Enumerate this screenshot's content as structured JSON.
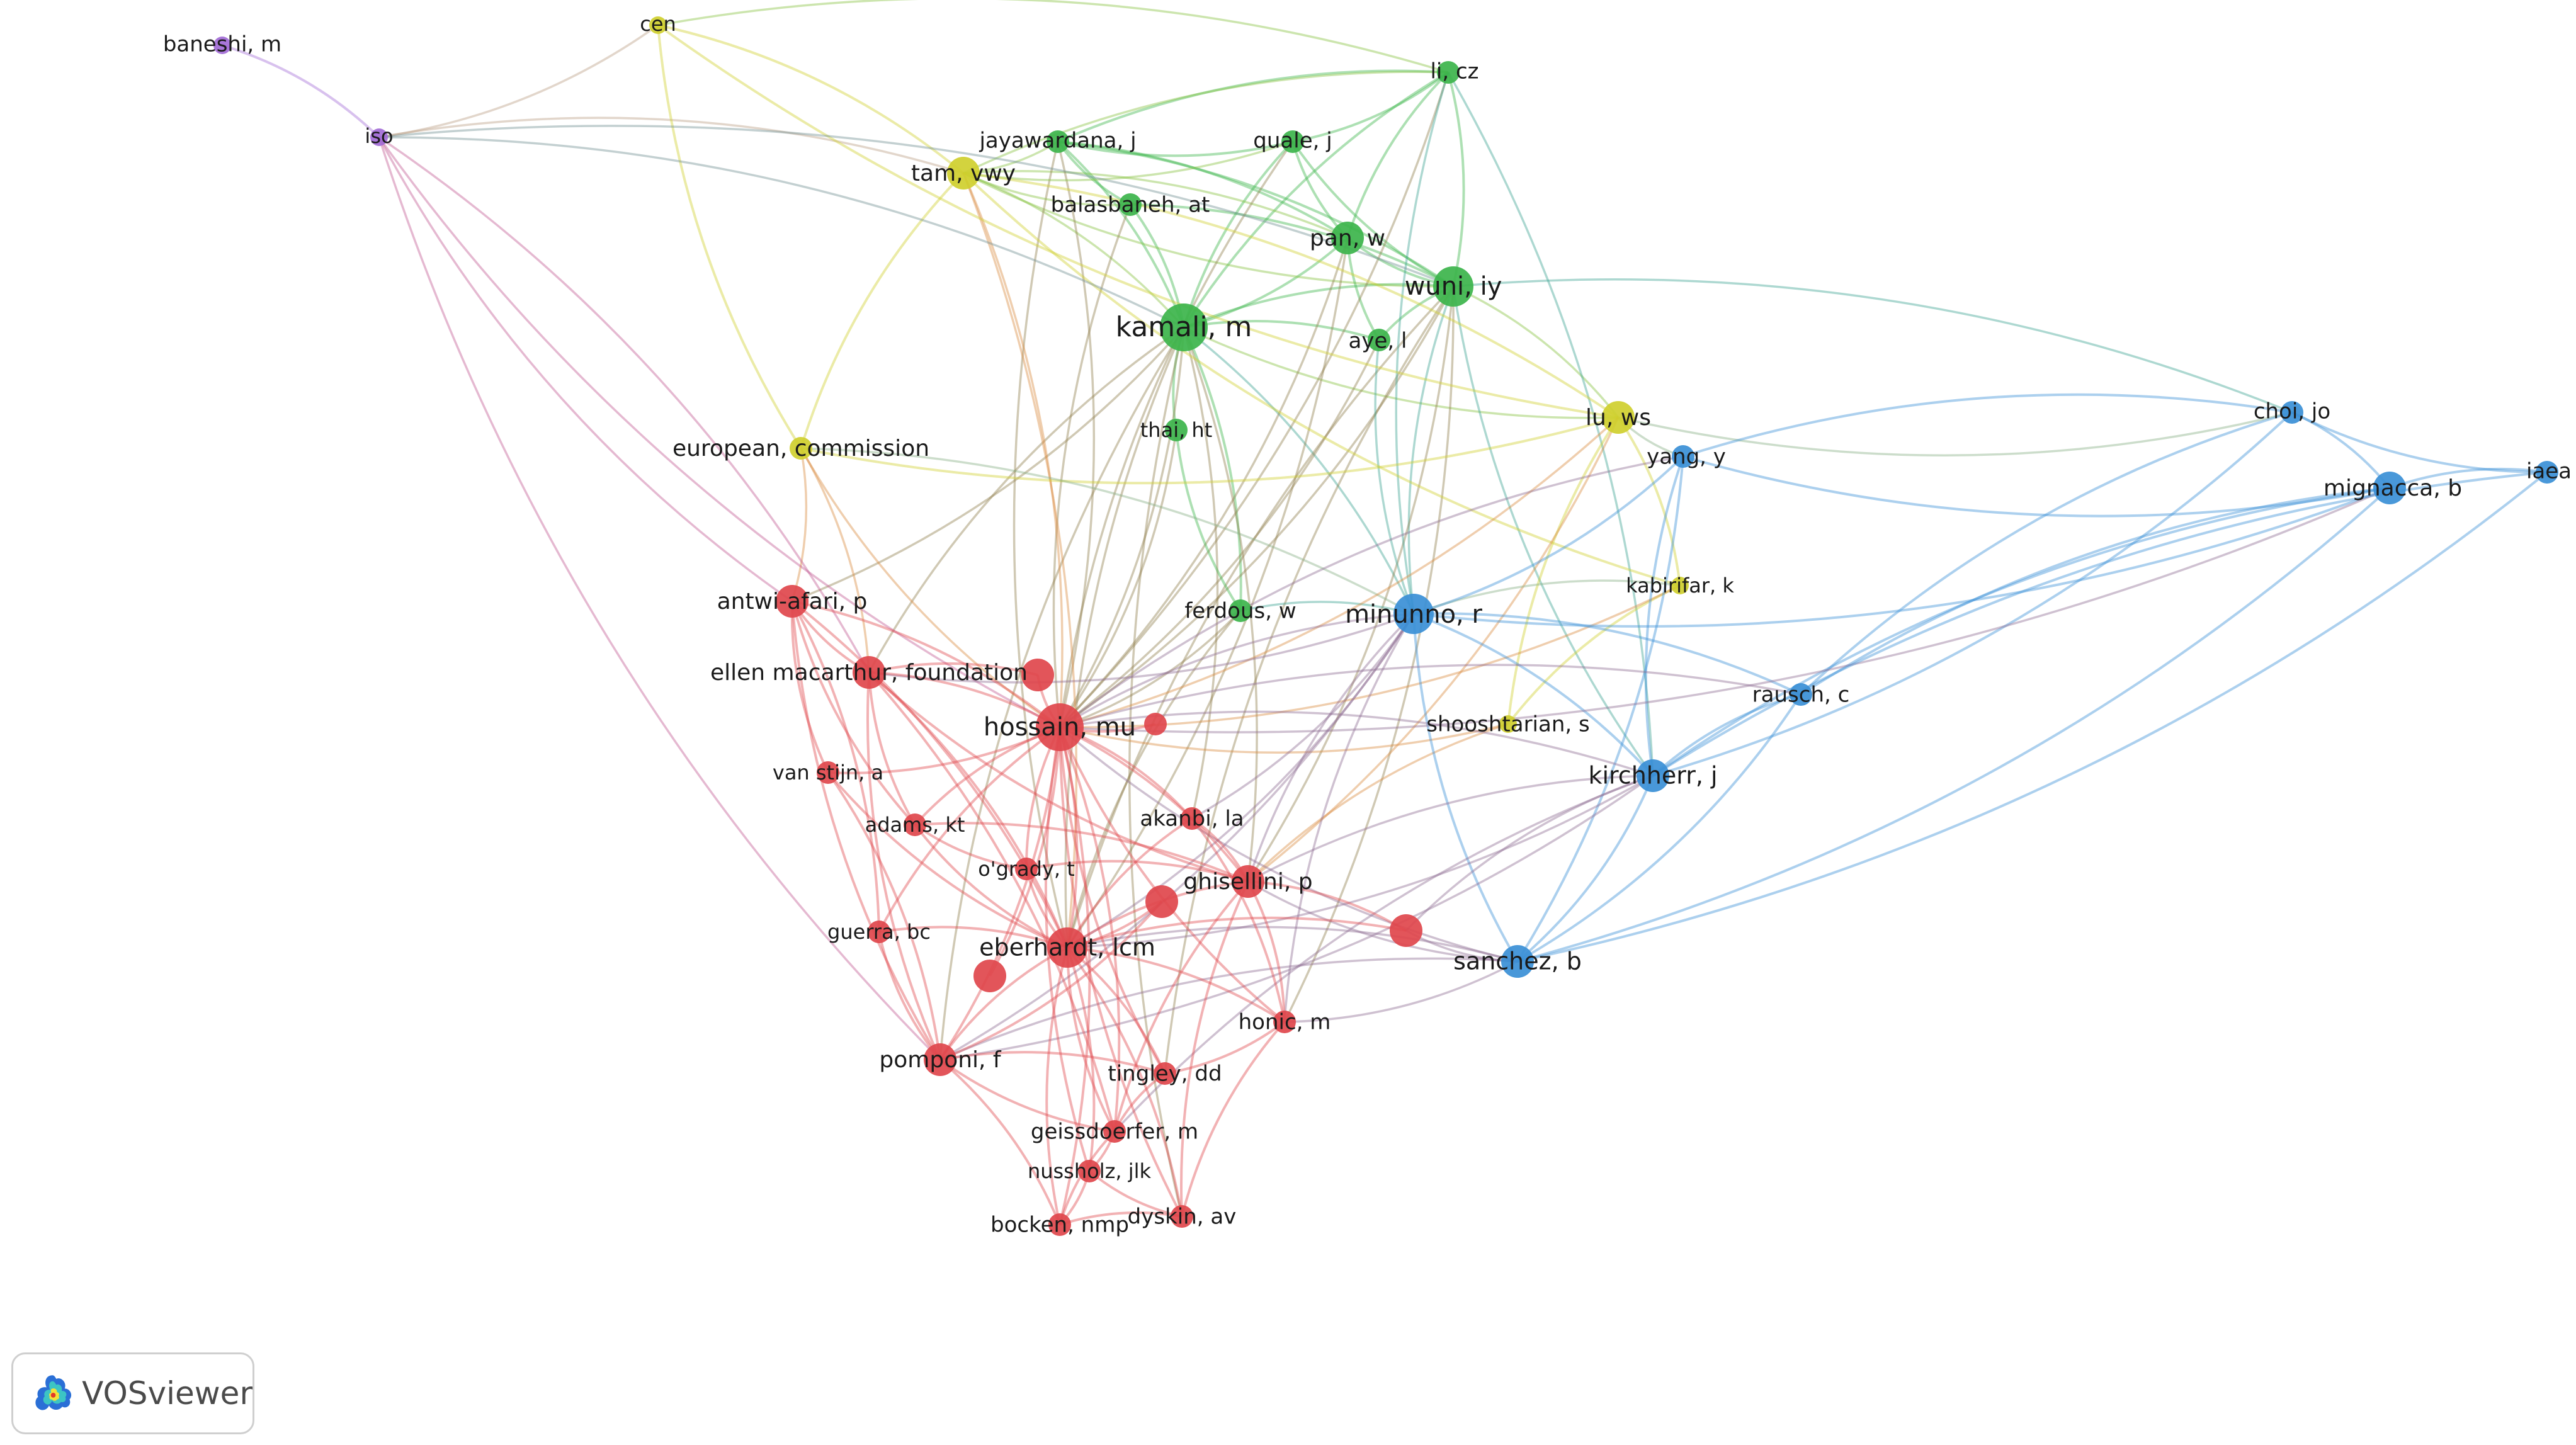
{
  "branding": {
    "logo_text": "VOSviewer"
  },
  "cluster_colors": {
    "red": "#e0474c",
    "green": "#3cb44b",
    "blue": "#3a8fd6",
    "yellow": "#cfcf2e",
    "purple": "#a26bd6"
  },
  "nodes": [
    {
      "id": "kamali",
      "label": "kamali, m",
      "cluster": "green",
      "weight": 5,
      "big": true
    },
    {
      "id": "wuni",
      "label": "wuni, iy",
      "cluster": "green",
      "weight": 4,
      "big": true
    },
    {
      "id": "pan",
      "label": "pan, w",
      "cluster": "green",
      "weight": 3
    },
    {
      "id": "licz",
      "label": "li, cz",
      "cluster": "green",
      "weight": 2
    },
    {
      "id": "jayawardana",
      "label": "jayawardana, j",
      "cluster": "green",
      "weight": 2
    },
    {
      "id": "quale",
      "label": "quale, j",
      "cluster": "green",
      "weight": 2
    },
    {
      "id": "balasbaneh",
      "label": "balasbaneh, at",
      "cluster": "green",
      "weight": 2
    },
    {
      "id": "aye",
      "label": "aye, l",
      "cluster": "green",
      "weight": 2
    },
    {
      "id": "thai",
      "label": "thai, ht",
      "cluster": "green",
      "weight": 2
    },
    {
      "id": "ferdous",
      "label": "ferdous, w",
      "cluster": "green",
      "weight": 2
    },
    {
      "id": "tam",
      "label": "tam, vwy",
      "cluster": "yellow",
      "weight": 3
    },
    {
      "id": "cen",
      "label": "cen",
      "cluster": "yellow",
      "weight": 1
    },
    {
      "id": "european",
      "label": "european, commission",
      "cluster": "yellow",
      "weight": 2
    },
    {
      "id": "luws",
      "label": "lu, ws",
      "cluster": "yellow",
      "weight": 3
    },
    {
      "id": "kabirifar",
      "label": "kabirifar, k",
      "cluster": "yellow",
      "weight": 1
    },
    {
      "id": "shooshtarian",
      "label": "shooshtarian, s",
      "cluster": "yellow",
      "weight": 1
    },
    {
      "id": "baneshi",
      "label": "baneshi, m",
      "cluster": "purple",
      "weight": 1
    },
    {
      "id": "iso",
      "label": "iso",
      "cluster": "purple",
      "weight": 1
    },
    {
      "id": "minunno",
      "label": "minunno, r",
      "cluster": "blue",
      "weight": 4,
      "big": true
    },
    {
      "id": "yang",
      "label": "yang, y",
      "cluster": "blue",
      "weight": 2
    },
    {
      "id": "choi",
      "label": "choi, jo",
      "cluster": "blue",
      "weight": 2
    },
    {
      "id": "mignacca",
      "label": "mignacca, b",
      "cluster": "blue",
      "weight": 3
    },
    {
      "id": "iaea",
      "label": "iaea",
      "cluster": "blue",
      "weight": 2
    },
    {
      "id": "rausch",
      "label": "rausch, c",
      "cluster": "blue",
      "weight": 2
    },
    {
      "id": "kirchherr",
      "label": "kirchherr, j",
      "cluster": "blue",
      "weight": 3
    },
    {
      "id": "sanchez",
      "label": "sanchez, b",
      "cluster": "blue",
      "weight": 3
    },
    {
      "id": "antwi",
      "label": "antwi-afari, p",
      "cluster": "red",
      "weight": 3
    },
    {
      "id": "ellen",
      "label": "ellen macarthur, foundation",
      "cluster": "red",
      "weight": 3
    },
    {
      "id": "hossain",
      "label": "hossain, mu",
      "cluster": "red",
      "weight": 5,
      "big": true
    },
    {
      "id": "vanstijn",
      "label": "van stijn, a",
      "cluster": "red",
      "weight": 2
    },
    {
      "id": "adams",
      "label": "adams, kt",
      "cluster": "red",
      "weight": 2
    },
    {
      "id": "akanbi",
      "label": "akanbi, la",
      "cluster": "red",
      "weight": 2
    },
    {
      "id": "ogrady",
      "label": "o'grady, t",
      "cluster": "red",
      "weight": 2
    },
    {
      "id": "ghisellini",
      "label": "ghisellini, p",
      "cluster": "red",
      "weight": 3
    },
    {
      "id": "guerra",
      "label": "guerra, bc",
      "cluster": "red",
      "weight": 2
    },
    {
      "id": "eberhardt",
      "label": "eberhardt, lcm",
      "cluster": "red",
      "weight": 4,
      "big": true
    },
    {
      "id": "honic",
      "label": "honic, m",
      "cluster": "red",
      "weight": 2
    },
    {
      "id": "pomponi",
      "label": "pomponi, f",
      "cluster": "red",
      "weight": 3
    },
    {
      "id": "tingley",
      "label": "tingley, dd",
      "cluster": "red",
      "weight": 2
    },
    {
      "id": "geissdoerfer",
      "label": "geissdoerfer, m",
      "cluster": "red",
      "weight": 2
    },
    {
      "id": "nussholz",
      "label": "nussholz, jlk",
      "cluster": "red",
      "weight": 2
    },
    {
      "id": "bocken",
      "label": "bocken, nmp",
      "cluster": "red",
      "weight": 2
    },
    {
      "id": "dyskin",
      "label": "dyskin, av",
      "cluster": "red",
      "weight": 2
    },
    {
      "id": "r_u1",
      "label": "",
      "cluster": "red",
      "weight": 3
    },
    {
      "id": "r_u2",
      "label": "",
      "cluster": "red",
      "weight": 2
    },
    {
      "id": "r_u3",
      "label": "",
      "cluster": "red",
      "weight": 3
    },
    {
      "id": "r_u4",
      "label": "",
      "cluster": "red",
      "weight": 3
    },
    {
      "id": "r_u5",
      "label": "",
      "cluster": "red",
      "weight": 3
    }
  ],
  "links": [
    [
      "kamali",
      "wuni"
    ],
    [
      "kamali",
      "pan"
    ],
    [
      "kamali",
      "licz"
    ],
    [
      "kamali",
      "jayawardana"
    ],
    [
      "kamali",
      "quale"
    ],
    [
      "kamali",
      "balasbaneh"
    ],
    [
      "kamali",
      "aye"
    ],
    [
      "kamali",
      "thai"
    ],
    [
      "kamali",
      "ferdous"
    ],
    [
      "kamali",
      "tam"
    ],
    [
      "kamali",
      "hossain"
    ],
    [
      "kamali",
      "eberhardt"
    ],
    [
      "kamali",
      "minunno"
    ],
    [
      "kamali",
      "luws"
    ],
    [
      "kamali",
      "ghisellini"
    ],
    [
      "kamali",
      "pomponi"
    ],
    [
      "kamali",
      "antwi"
    ],
    [
      "kamali",
      "ellen"
    ],
    [
      "kamali",
      "akanbi"
    ],
    [
      "kamali",
      "dyskin"
    ],
    [
      "wuni",
      "pan"
    ],
    [
      "wuni",
      "licz"
    ],
    [
      "wuni",
      "quale"
    ],
    [
      "wuni",
      "aye"
    ],
    [
      "wuni",
      "tam"
    ],
    [
      "wuni",
      "jayawardana"
    ],
    [
      "wuni",
      "hossain"
    ],
    [
      "wuni",
      "minunno"
    ],
    [
      "wuni",
      "ghisellini"
    ],
    [
      "wuni",
      "eberhardt"
    ],
    [
      "wuni",
      "luws"
    ],
    [
      "wuni",
      "kirchherr"
    ],
    [
      "wuni",
      "choi"
    ],
    [
      "wuni",
      "tingley"
    ],
    [
      "wuni",
      "honic"
    ],
    [
      "wuni",
      "balasbaneh"
    ],
    [
      "pan",
      "licz"
    ],
    [
      "pan",
      "tam"
    ],
    [
      "pan",
      "hossain"
    ],
    [
      "pan",
      "jayawardana"
    ],
    [
      "pan",
      "quale"
    ],
    [
      "pan",
      "aye"
    ],
    [
      "pan",
      "eberhardt"
    ],
    [
      "licz",
      "jayawardana"
    ],
    [
      "licz",
      "quale"
    ],
    [
      "licz",
      "tam"
    ],
    [
      "licz",
      "hossain"
    ],
    [
      "licz",
      "minunno"
    ],
    [
      "licz",
      "kirchherr"
    ],
    [
      "jayawardana",
      "quale"
    ],
    [
      "jayawardana",
      "tam"
    ],
    [
      "jayawardana",
      "balasbaneh"
    ],
    [
      "jayawardana",
      "hossain"
    ],
    [
      "jayawardana",
      "eberhardt"
    ],
    [
      "quale",
      "tam"
    ],
    [
      "quale",
      "hossain"
    ],
    [
      "balasbaneh",
      "tam"
    ],
    [
      "balasbaneh",
      "hossain"
    ],
    [
      "aye",
      "hossain"
    ],
    [
      "aye",
      "minunno"
    ],
    [
      "thai",
      "hossain"
    ],
    [
      "thai",
      "ferdous"
    ],
    [
      "ferdous",
      "hossain"
    ],
    [
      "ferdous",
      "eberhardt"
    ],
    [
      "ferdous",
      "minunno"
    ],
    [
      "tam",
      "cen"
    ],
    [
      "tam",
      "luws"
    ],
    [
      "tam",
      "european"
    ],
    [
      "tam",
      "hossain"
    ],
    [
      "tam",
      "iso"
    ],
    [
      "tam",
      "eberhardt"
    ],
    [
      "tam",
      "kabirifar"
    ],
    [
      "cen",
      "iso"
    ],
    [
      "cen",
      "european"
    ],
    [
      "cen",
      "licz"
    ],
    [
      "cen",
      "luws"
    ],
    [
      "european",
      "antwi"
    ],
    [
      "european",
      "hossain"
    ],
    [
      "european",
      "ellen"
    ],
    [
      "european",
      "luws"
    ],
    [
      "european",
      "minunno"
    ],
    [
      "luws",
      "yang"
    ],
    [
      "luws",
      "kabirifar"
    ],
    [
      "luws",
      "shooshtarian"
    ],
    [
      "luws",
      "hossain"
    ],
    [
      "luws",
      "choi"
    ],
    [
      "luws",
      "ghisellini"
    ],
    [
      "kabirifar",
      "shooshtarian"
    ],
    [
      "kabirifar",
      "hossain"
    ],
    [
      "kabirifar",
      "minunno"
    ],
    [
      "shooshtarian",
      "hossain"
    ],
    [
      "shooshtarian",
      "ghisellini"
    ],
    [
      "baneshi",
      "iso"
    ],
    [
      "iso",
      "antwi"
    ],
    [
      "iso",
      "ellen"
    ],
    [
      "iso",
      "pomponi"
    ],
    [
      "iso",
      "kamali"
    ],
    [
      "iso",
      "hossain"
    ],
    [
      "iso",
      "wuni"
    ],
    [
      "minunno",
      "yang"
    ],
    [
      "minunno",
      "kirchherr"
    ],
    [
      "minunno",
      "sanchez"
    ],
    [
      "minunno",
      "rausch"
    ],
    [
      "minunno",
      "hossain"
    ],
    [
      "minunno",
      "eberhardt"
    ],
    [
      "minunno",
      "ghisellini"
    ],
    [
      "minunno",
      "pomponi"
    ],
    [
      "minunno",
      "honic"
    ],
    [
      "minunno",
      "akanbi"
    ],
    [
      "minunno",
      "mignacca"
    ],
    [
      "minunno",
      "ellen"
    ],
    [
      "yang",
      "kirchherr"
    ],
    [
      "yang",
      "choi"
    ],
    [
      "yang",
      "mignacca"
    ],
    [
      "yang",
      "sanchez"
    ],
    [
      "yang",
      "hossain"
    ],
    [
      "choi",
      "mignacca"
    ],
    [
      "choi",
      "iaea"
    ],
    [
      "choi",
      "kirchherr"
    ],
    [
      "choi",
      "rausch"
    ],
    [
      "mignacca",
      "iaea"
    ],
    [
      "mignacca",
      "kirchherr"
    ],
    [
      "mignacca",
      "sanchez"
    ],
    [
      "mignacca",
      "rausch"
    ],
    [
      "mignacca",
      "hossain"
    ],
    [
      "iaea",
      "kirchherr"
    ],
    [
      "iaea",
      "sanchez"
    ],
    [
      "rausch",
      "kirchherr"
    ],
    [
      "rausch",
      "sanchez"
    ],
    [
      "rausch",
      "hossain"
    ],
    [
      "kirchherr",
      "sanchez"
    ],
    [
      "kirchherr",
      "hossain"
    ],
    [
      "kirchherr",
      "eberhardt"
    ],
    [
      "kirchherr",
      "ghisellini"
    ],
    [
      "kirchherr",
      "pomponi"
    ],
    [
      "kirchherr",
      "geissdoerfer"
    ],
    [
      "sanchez",
      "hossain"
    ],
    [
      "sanchez",
      "eberhardt"
    ],
    [
      "sanchez",
      "ghisellini"
    ],
    [
      "sanchez",
      "pomponi"
    ],
    [
      "sanchez",
      "honic"
    ],
    [
      "antwi",
      "ellen"
    ],
    [
      "antwi",
      "hossain"
    ],
    [
      "antwi",
      "vanstijn"
    ],
    [
      "antwi",
      "guerra"
    ],
    [
      "antwi",
      "pomponi"
    ],
    [
      "antwi",
      "eberhardt"
    ],
    [
      "antwi",
      "adams"
    ],
    [
      "ellen",
      "hossain"
    ],
    [
      "ellen",
      "adams"
    ],
    [
      "ellen",
      "eberhardt"
    ],
    [
      "ellen",
      "ghisellini"
    ],
    [
      "ellen",
      "geissdoerfer"
    ],
    [
      "ellen",
      "pomponi"
    ],
    [
      "hossain",
      "vanstijn"
    ],
    [
      "hossain",
      "adams"
    ],
    [
      "hossain",
      "akanbi"
    ],
    [
      "hossain",
      "ogrady"
    ],
    [
      "hossain",
      "ghisellini"
    ],
    [
      "hossain",
      "guerra"
    ],
    [
      "hossain",
      "eberhardt"
    ],
    [
      "hossain",
      "honic"
    ],
    [
      "hossain",
      "pomponi"
    ],
    [
      "hossain",
      "tingley"
    ],
    [
      "hossain",
      "geissdoerfer"
    ],
    [
      "hossain",
      "nussholz"
    ],
    [
      "hossain",
      "bocken"
    ],
    [
      "hossain",
      "dyskin"
    ],
    [
      "hossain",
      "r_u1"
    ],
    [
      "hossain",
      "r_u2"
    ],
    [
      "hossain",
      "r_u3"
    ],
    [
      "vanstijn",
      "eberhardt"
    ],
    [
      "vanstijn",
      "pomponi"
    ],
    [
      "adams",
      "eberhardt"
    ],
    [
      "adams",
      "ghisellini"
    ],
    [
      "adams",
      "ogrady"
    ],
    [
      "akanbi",
      "ghisellini"
    ],
    [
      "akanbi",
      "eberhardt"
    ],
    [
      "akanbi",
      "honic"
    ],
    [
      "ogrady",
      "eberhardt"
    ],
    [
      "ogrady",
      "ghisellini"
    ],
    [
      "ghisellini",
      "eberhardt"
    ],
    [
      "ghisellini",
      "honic"
    ],
    [
      "ghisellini",
      "geissdoerfer"
    ],
    [
      "ghisellini",
      "r_u5"
    ],
    [
      "ghisellini",
      "dyskin"
    ],
    [
      "guerra",
      "eberhardt"
    ],
    [
      "guerra",
      "pomponi"
    ],
    [
      "eberhardt",
      "honic"
    ],
    [
      "eberhardt",
      "pomponi"
    ],
    [
      "eberhardt",
      "tingley"
    ],
    [
      "eberhardt",
      "geissdoerfer"
    ],
    [
      "eberhardt",
      "nussholz"
    ],
    [
      "eberhardt",
      "bocken"
    ],
    [
      "eberhardt",
      "dyskin"
    ],
    [
      "eberhardt",
      "r_u4"
    ],
    [
      "honic",
      "tingley"
    ],
    [
      "honic",
      "dyskin"
    ],
    [
      "pomponi",
      "tingley"
    ],
    [
      "pomponi",
      "geissdoerfer"
    ],
    [
      "pomponi",
      "bocken"
    ],
    [
      "tingley",
      "geissdoerfer"
    ],
    [
      "geissdoerfer",
      "nussholz"
    ],
    [
      "geissdoerfer",
      "bocken"
    ],
    [
      "nussholz",
      "bocken"
    ],
    [
      "nussholz",
      "dyskin"
    ],
    [
      "bocken",
      "dyskin"
    ],
    [
      "r_u5",
      "sanchez"
    ],
    [
      "r_u5",
      "kirchherr"
    ],
    [
      "r_u5",
      "eberhardt"
    ],
    [
      "r_u4",
      "pomponi"
    ],
    [
      "r_u1",
      "ellen"
    ]
  ]
}
